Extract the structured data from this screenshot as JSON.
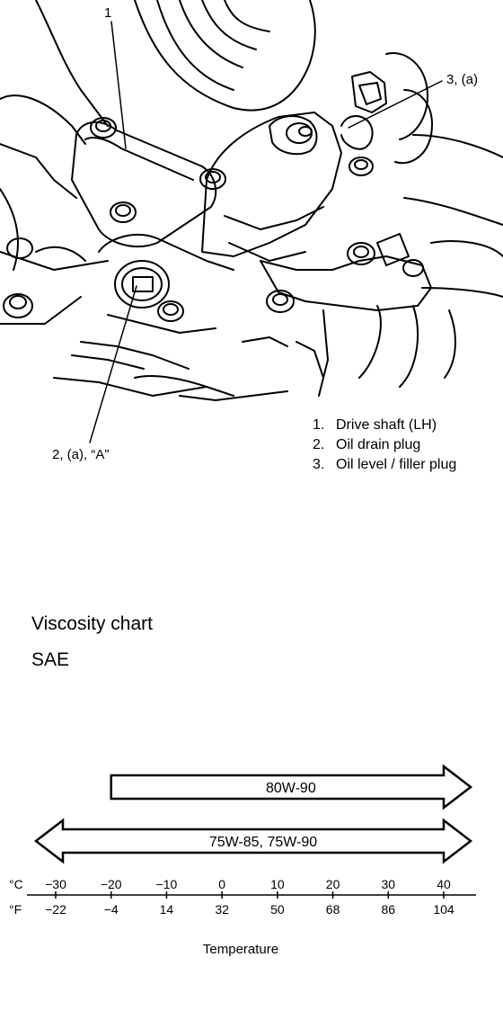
{
  "figure": {
    "callouts": {
      "c1": "1",
      "c2": "2, (a), “A”",
      "c3": "3, (a)"
    },
    "legend": [
      {
        "num": "1.",
        "label": "Drive shaft (LH)"
      },
      {
        "num": "2.",
        "label": "Oil drain plug"
      },
      {
        "num": "3.",
        "label": "Oil level / filler plug"
      }
    ]
  },
  "viscosity": {
    "title": "Viscosity chart",
    "subtitle": "SAE"
  },
  "chart_data": {
    "type": "range-bar",
    "series": [
      {
        "name": "80W-90",
        "start_c": -20,
        "end_c": 40,
        "open_end": "right"
      },
      {
        "name": "75W-85, 75W-90",
        "start_c": -30,
        "end_c": 40,
        "open_end": "both"
      }
    ],
    "axis": {
      "units": {
        "celsius": "°C",
        "fahrenheit": "°F"
      },
      "celsius_ticks": [
        "−30",
        "−20",
        "−10",
        "0",
        "10",
        "20",
        "30",
        "40"
      ],
      "fahrenheit_ticks": [
        "−22",
        "−4",
        "14",
        "32",
        "50",
        "68",
        "86",
        "104"
      ],
      "celsius_values": [
        -30,
        -20,
        -10,
        0,
        10,
        20,
        30,
        40
      ],
      "xlim_c": [
        -30,
        40
      ],
      "xlabel": "Temperature"
    }
  }
}
